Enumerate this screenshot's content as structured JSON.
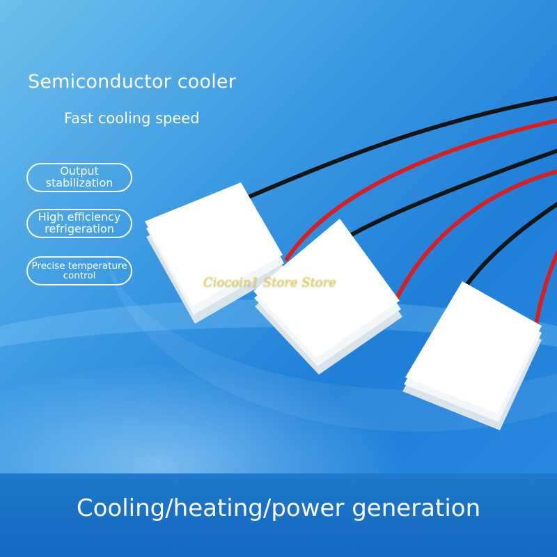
{
  "hero": {
    "title": "Semiconductor cooler",
    "subtitle": "Fast cooling speed"
  },
  "features": [
    {
      "line1": "Output",
      "line2": "stabilization"
    },
    {
      "line1": "High efficiency",
      "line2": "refrigeration"
    },
    {
      "line1": "Precise temperature",
      "line2": "control"
    }
  ],
  "watermark": "Ciocoin1 Store Store",
  "banner": {
    "text": "Cooling/heating/power generation"
  },
  "colors": {
    "background": "#2b8ae0",
    "banner": "#1a72c6",
    "text": "#ffffff",
    "watermark": "#f4d84a",
    "wire_red": "#d81e1e",
    "wire_black": "#151515",
    "module": "#ffffff"
  }
}
